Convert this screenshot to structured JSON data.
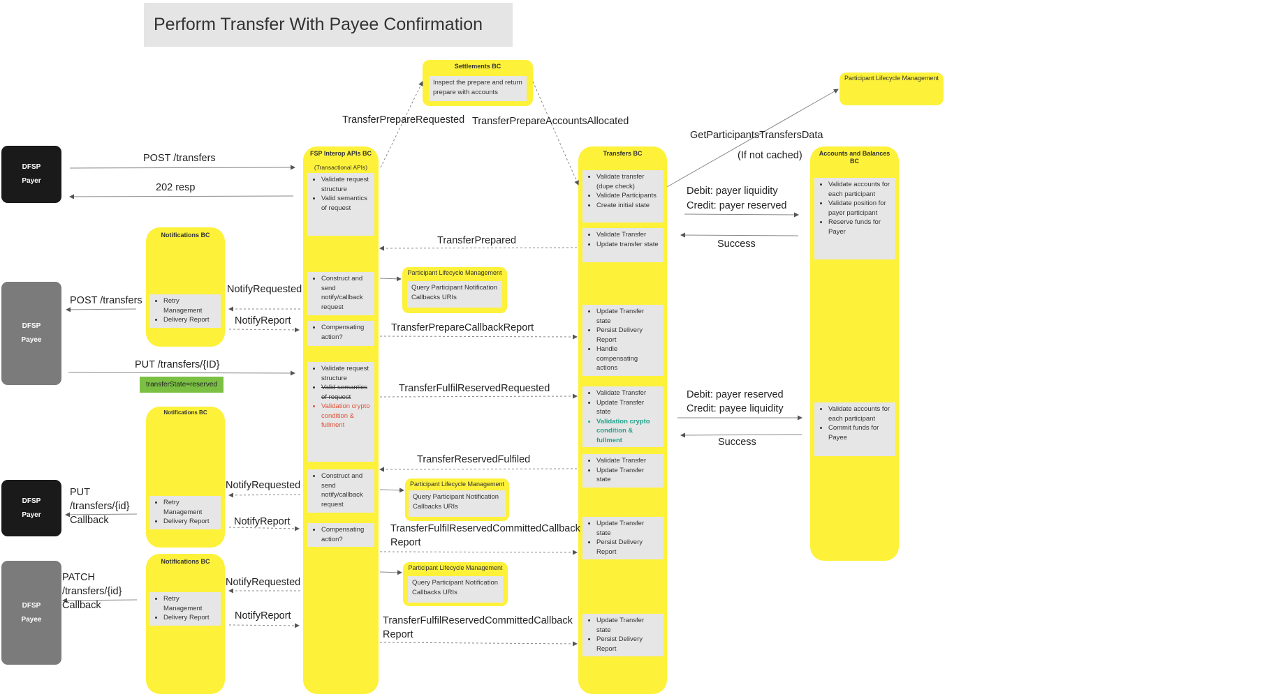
{
  "title": "Perform Transfer With Payee Confirmation",
  "actors": {
    "payer1": {
      "name": "DFSP",
      "role": "Payer"
    },
    "payee1": {
      "name": "DFSP",
      "role": "Payee"
    },
    "payer2": {
      "name": "DFSP",
      "role": "Payer"
    },
    "payee2": {
      "name": "DFSP",
      "role": "Payee"
    }
  },
  "lanes": {
    "fsp": {
      "title": "FSP Interop APIs BC",
      "subtitle": "(Transactional APIs)"
    },
    "transfers": {
      "title": "Transfers BC"
    },
    "accounts": {
      "title": "Accounts and Balances BC"
    },
    "settlements": {
      "title": "Settlements BC"
    },
    "plm_top": {
      "title": "Participant Lifecycle Management"
    },
    "notif1": {
      "title": "Notifications BC"
    },
    "notif2": {
      "title": "Notifications BC"
    },
    "notif3": {
      "title": "Notifications BC"
    },
    "plm1": {
      "title": "Participant Lifecycle Management"
    },
    "plm2": {
      "title": "Participant Lifecycle Management"
    },
    "plm3": {
      "title": "Participant Lifecycle Management"
    }
  },
  "panels": {
    "settlements": "Inspect the prepare and return prepare with accounts",
    "fsp1": [
      "Validate request structure",
      "Valid semantics of request"
    ],
    "fsp2": [
      "Construct and send notify/callback request"
    ],
    "fsp3": [
      "Compensating action?"
    ],
    "fsp4": [
      "Validate request structure",
      "Valid semantics of request",
      "Validation crypto condition & fullment"
    ],
    "fsp5": [
      "Construct and send notify/callback request"
    ],
    "fsp6": [
      "Compensating action?"
    ],
    "tr1": [
      "Validate transfer (dupe check)",
      "Validate Participants",
      "Create initial state"
    ],
    "tr2": [
      "Validate Transfer",
      "Update transfer state"
    ],
    "tr3": [
      "Update Transfer state",
      "Persist Delivery Report",
      "Handle compensating actions"
    ],
    "tr4": [
      "Validate Transfer",
      "Update Transfer state",
      "Validation crypto condition & fullment"
    ],
    "tr5": [
      "Validate Transfer",
      "Update Transfer state"
    ],
    "tr6": [
      "Update Transfer state",
      "Persist Delivery Report"
    ],
    "tr7": [
      "Update Transfer state",
      "Persist Delivery Report"
    ],
    "acc1": [
      "Validate accounts for each participant",
      "Validate position for payer participant",
      "Reserve funds for Payer"
    ],
    "acc2": [
      "Validate accounts for each participant",
      "Commit funds for Payee"
    ],
    "notif": [
      "Retry Management",
      "Delivery Report"
    ],
    "plm": "Query Participant Notification Callbacks URIs"
  },
  "labels": {
    "post_transfers": "POST /transfers",
    "resp202": "202 resp",
    "post_transfers_payee": "POST /transfers",
    "notify_requested": "NotifyRequested",
    "notify_report": "NotifyReport",
    "put_transfers": "PUT /transfers/{ID}",
    "transfer_state": "transferState=reserved",
    "put_callback": "PUT /transfers/{id} Callback",
    "patch_callback": "PATCH /transfers/{id} Callback",
    "transfer_prepare_requested": "TransferPrepareRequested",
    "transfer_prepare_accounts_allocated": "TransferPrepareAccountsAllocated",
    "get_participants": "GetParticipantsTransfersData",
    "if_not_cached": "(If not cached)",
    "debit_payer_liquidity": "Debit: payer liquidity",
    "credit_payer_reserved": "Credit: payer reserved",
    "success": "Success",
    "transfer_prepared": "TransferPrepared",
    "transfer_prepare_callback_report": "TransferPrepareCallbackReport",
    "transfer_fulfil_reserved_requested": "TransferFulfilReservedRequested",
    "debit_payer_reserved": "Debit: payer reserved",
    "credit_payee_liquidity": "Credit: payee liquidity",
    "transfer_reserved_fulfiled": "TransferReservedFulfiled",
    "committed_callback_report": "TransferFulfilReservedCommittedCallback Report"
  },
  "colors": {
    "lane": "#fdf13a",
    "panel": "#e6e6e6",
    "payer": "#1a1a1a",
    "payee": "#7b7b7b",
    "badge": "#7bc043",
    "highlight_red": "#e0533a",
    "highlight_green": "#23a28c"
  }
}
